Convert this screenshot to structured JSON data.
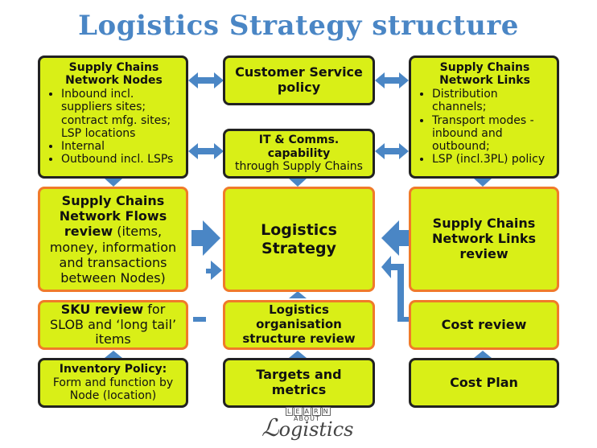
{
  "title": "Logistics Strategy structure",
  "nodes_box": {
    "heading": "Supply Chains Network Nodes",
    "items": [
      "Inbound incl. suppliers sites; contract mfg. sites; LSP locations",
      "Internal",
      "Outbound incl. LSPs"
    ]
  },
  "customer_service": "Customer Service policy",
  "links_box": {
    "heading": "Supply Chains Network Links",
    "items": [
      "Distribution channels;",
      "Transport modes - inbound and outbound;",
      "LSP (incl.3PL) policy"
    ]
  },
  "it_comms": {
    "bold": "IT & Comms. capability",
    "rest": "through Supply Chains"
  },
  "flows_review": {
    "bold": "Supply Chains Network Flows review",
    "rest": " (items, money, information and transactions between Nodes)"
  },
  "logistics_strategy": "Logistics Strategy",
  "links_review": "Supply Chains Network Links review",
  "sku_review": {
    "bold": "SKU review",
    "rest": " for SLOB and ‘long tail’ items"
  },
  "org_review": "Logistics organisation structure review",
  "cost_review": "Cost review",
  "inventory_policy": {
    "bold": "Inventory Policy:",
    "rest": "Form and function by Node (location)"
  },
  "targets": "Targets and metrics",
  "cost_plan": "Cost Plan",
  "logo": {
    "top_letters": [
      "L",
      "E",
      "A",
      "R",
      "N"
    ],
    "top_word": "ABOUT",
    "main": "ogistics"
  },
  "colors": {
    "box_fill": "#d9ef17",
    "arrow": "#4a86c5",
    "title": "#4a86c5",
    "highlight_border": "#f07a2a"
  }
}
